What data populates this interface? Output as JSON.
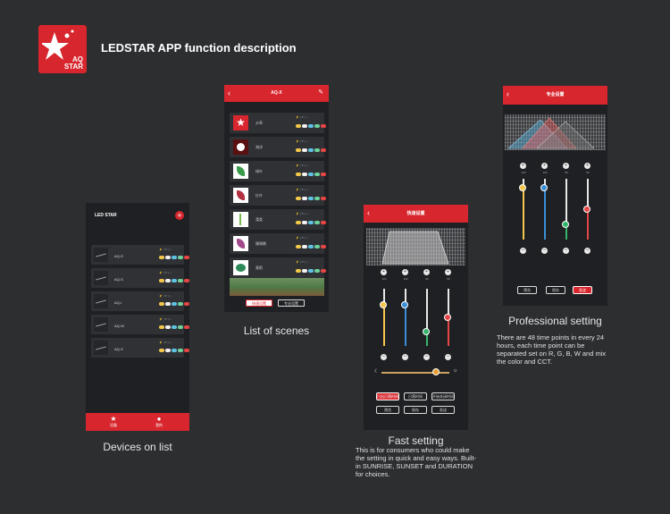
{
  "brand": {
    "logo_text_line1": "AQ",
    "logo_text_line2": "STAR",
    "title": "LEDSTAR APP function description",
    "accent": "#d7262d"
  },
  "devices": {
    "caption": "Devices on list",
    "screen_title": "LED STAR",
    "add_icon": "plus-icon",
    "rows": [
      {
        "name": "AQ-S"
      },
      {
        "name": "AQ-S"
      },
      {
        "name": "AQ-I"
      },
      {
        "name": "AQ-W"
      },
      {
        "name": "AQ-S"
      }
    ],
    "tabs": [
      {
        "label": "设备",
        "icon": "star-icon"
      },
      {
        "label": "我的",
        "icon": "user-icon"
      }
    ]
  },
  "scenes": {
    "caption": "List of scenes",
    "screen_title": "AQ-X",
    "rows": [
      {
        "name": "水草"
      },
      {
        "name": "海洋"
      },
      {
        "name": "绿叶"
      },
      {
        "name": "红叶"
      },
      {
        "name": "藻类"
      },
      {
        "name": "珊瑚礁"
      },
      {
        "name": "莫斯"
      }
    ],
    "buttons": {
      "left": "快速设置",
      "right": "专业设置"
    }
  },
  "fast": {
    "caption": "Fast setting",
    "screen_title": "快速设置",
    "desc": "This is for consumers who could make the setting in quick and easy ways. Built-in SUNRISE, SUNSET and DURATION for choices.",
    "sliders": [
      {
        "color": "#f3c64c",
        "level": 0.72,
        "value": "100"
      },
      {
        "color": "#3a8fd6",
        "level": 0.72,
        "value": "100"
      },
      {
        "color": "#35b56a",
        "level": 0.25,
        "value": "50"
      },
      {
        "color": "#e64545",
        "level": 0.5,
        "value": "50"
      }
    ],
    "cct_level": 0.8,
    "presets": [
      "日出日落时间",
      "日落时间",
      "开始关闭时间"
    ],
    "actions": [
      "预览",
      "保存",
      "发送"
    ]
  },
  "pro": {
    "caption": "Professional setting",
    "screen_title": "专业设置",
    "desc": "There are 48 time points in every 24 hours, each time point can be separated set on R, G, B, W and mix the color and CCT.",
    "sliders": [
      {
        "color": "#f3c64c",
        "level": 0.85,
        "value": "100"
      },
      {
        "color": "#3a8fd6",
        "level": 0.85,
        "value": "100"
      },
      {
        "color": "#35b56a",
        "level": 0.25,
        "value": "50"
      },
      {
        "color": "#e64545",
        "level": 0.5,
        "value": "50"
      }
    ],
    "actions": [
      "预览",
      "保存",
      "发送"
    ]
  }
}
